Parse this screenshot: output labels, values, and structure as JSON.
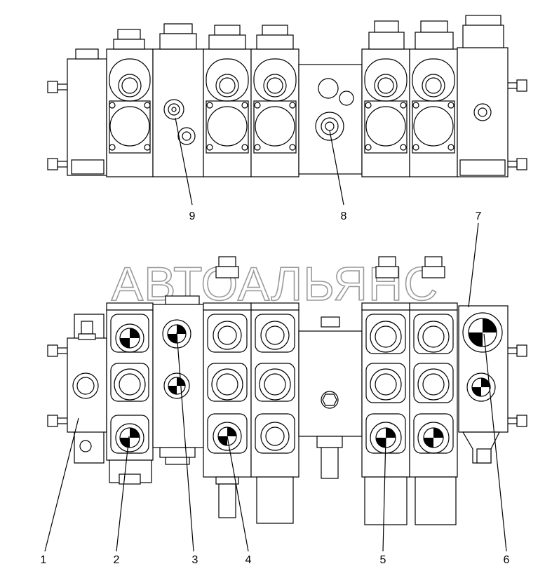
{
  "watermark": "АВТОАЛЬЯНС",
  "callouts": {
    "c1": "1",
    "c2": "2",
    "c3": "3",
    "c4": "4",
    "c5": "5",
    "c6": "6",
    "c7": "7",
    "c8": "8",
    "c9": "9"
  },
  "colors": {
    "line": "#000000",
    "watermark": "#9a9a9a",
    "background": "#ffffff"
  }
}
